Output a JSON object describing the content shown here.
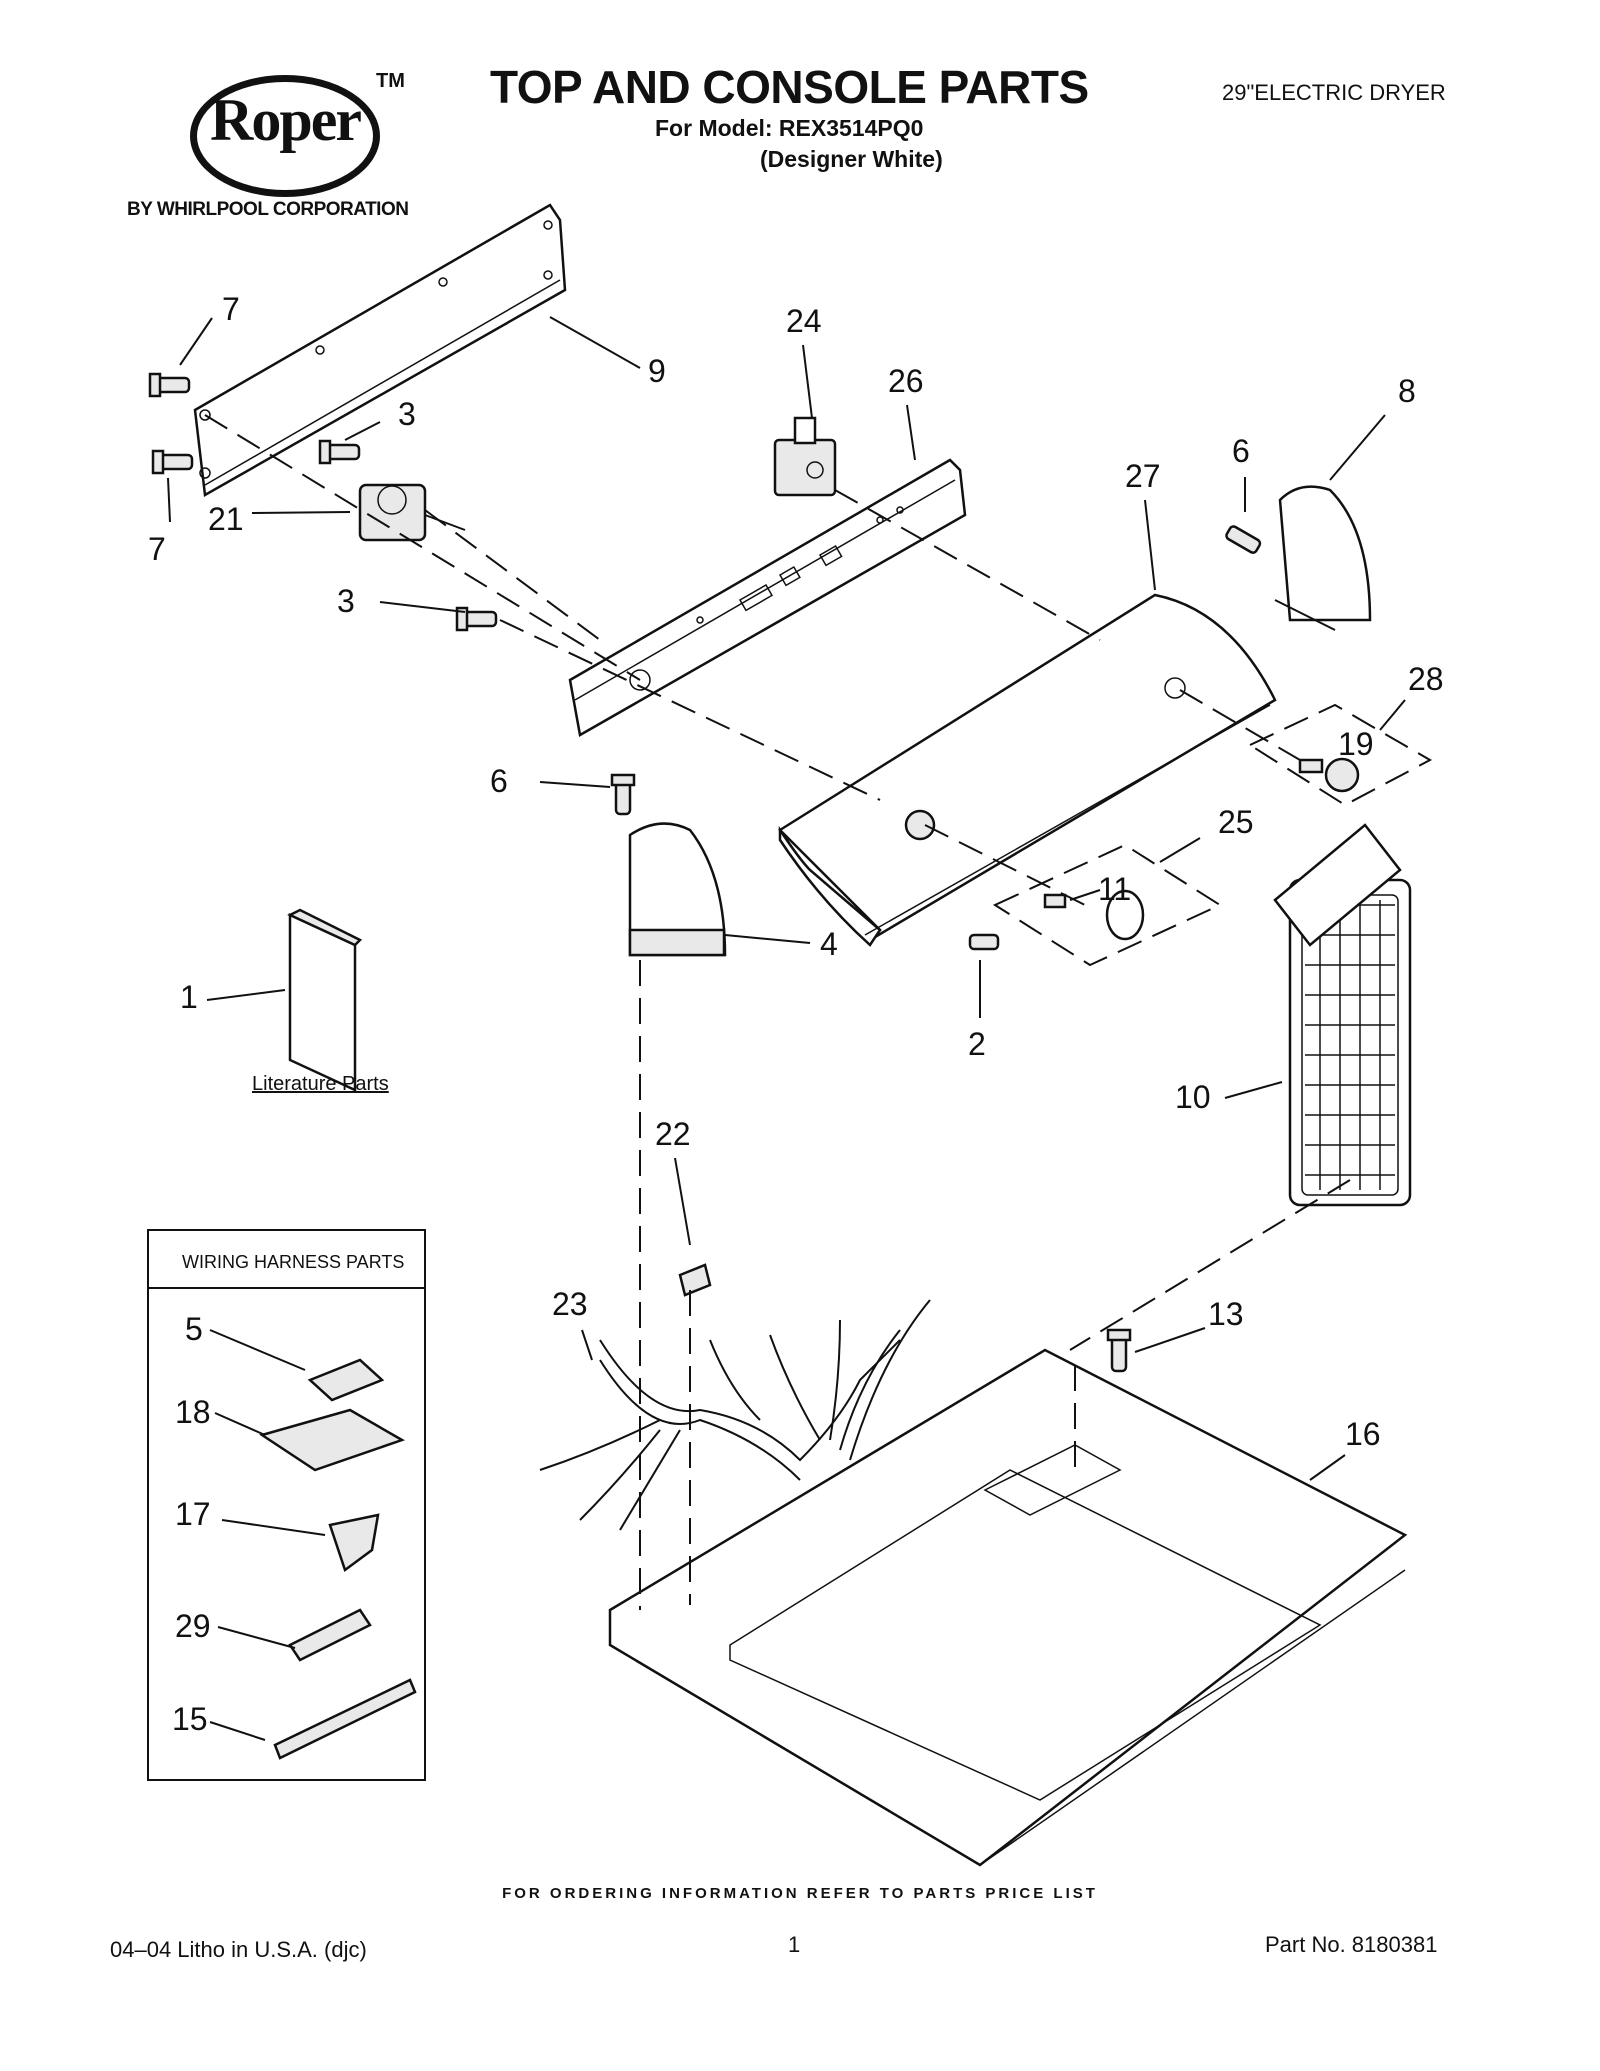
{
  "header": {
    "brand": "Roper",
    "trademark": "TM",
    "brand_tagline": "BY WHIRLPOOL CORPORATION",
    "title": "TOP AND CONSOLE PARTS",
    "model_line": "For Model: REX3514PQ0",
    "variant_line": "(Designer White)",
    "product_type": "29\"ELECTRIC DRYER"
  },
  "callouts": {
    "c1": "1",
    "c2": "2",
    "c3a": "3",
    "c3b": "3",
    "c4": "4",
    "c5": "5",
    "c6a": "6",
    "c6b": "6",
    "c7a": "7",
    "c7b": "7",
    "c8": "8",
    "c9": "9",
    "c10": "10",
    "c11": "11",
    "c13": "13",
    "c15": "15",
    "c16": "16",
    "c17": "17",
    "c18": "18",
    "c19": "19",
    "c21": "21",
    "c22": "22",
    "c23": "23",
    "c24": "24",
    "c25": "25",
    "c26": "26",
    "c27": "27",
    "c28": "28",
    "c29": "29"
  },
  "labels": {
    "literature_parts": "Literature Parts",
    "wiring_harness_title": "WIRING HARNESS PARTS"
  },
  "footer": {
    "ordering_note": "FOR ORDERING INFORMATION REFER TO PARTS PRICE LIST",
    "litho": "04–04 Litho in U.S.A. (djc)",
    "page_number": "1",
    "part_number": "Part No. 8180381"
  }
}
